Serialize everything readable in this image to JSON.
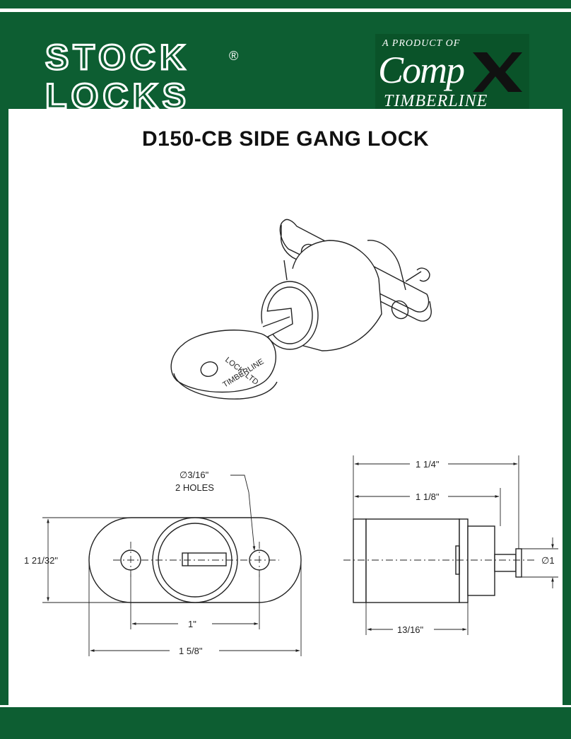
{
  "header": {
    "brand_logo": "STOCK LOCKS",
    "brand_logo_registered": "®",
    "product_of": "A PRODUCT OF",
    "parent_brand": "CompX",
    "parent_brand_main": "Comp",
    "parent_brand_x": "X",
    "parent_division": "TIMBERLINE"
  },
  "title": "D150-CB SIDE GANG LOCK",
  "key_engraving": {
    "line1": "LOCK, LTD.",
    "line2": "TIMBERLINE"
  },
  "front_view": {
    "hole_callout_dia": "∅3/16\"",
    "hole_callout_count": "2 HOLES",
    "height_dim": "1 21/32\"",
    "center_dim": "1\"",
    "width_dim": "1 5/8\""
  },
  "side_view": {
    "overall_dim": "1 1/4\"",
    "body_dim": "1 1/8\"",
    "bolt_dim": "13/16\"",
    "bolt_dia": "∅1"
  },
  "colors": {
    "frame_green": "#0d5e32",
    "sheet": "#ffffff",
    "ink": "#111111"
  }
}
